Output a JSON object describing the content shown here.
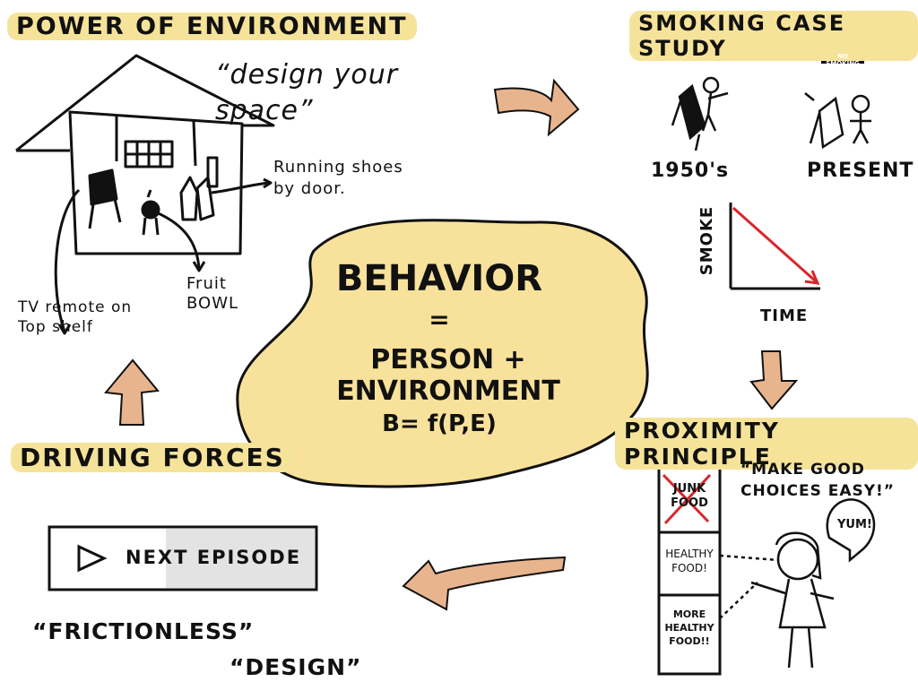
{
  "sections": {
    "power_of_environment": "POWER OF ENVIRONMENT",
    "smoking_case_study": "SMOKING CASE STUDY",
    "proximity_principle": "PROXIMITY PRINCIPLE",
    "driving_forces": "DRIVING FORCES"
  },
  "quotes": {
    "design_your_space": "“design your space”",
    "make_good_choices": "“MAKE GOOD CHOICES EASY!”",
    "frictionless": "“FRICTIONLESS”",
    "design": "“DESIGN”"
  },
  "house_labels": {
    "running_shoes": "Running shoes by door.",
    "tv_remote": "TV remote on Top shelf",
    "fruit_bowl": "Fruit BOWL"
  },
  "center": {
    "behavior": "BEHAVIOR",
    "equals": "=",
    "equation": "PERSON + ENVIRONMENT",
    "formula": "B= f(P,E)"
  },
  "smoking": {
    "sign": "NO SMOKING",
    "year_1950": "1950's",
    "present": "PRESENT",
    "y_axis": "SMOKE",
    "x_axis": "TIME"
  },
  "proximity": {
    "shelf_1": "JUNK FOOD",
    "shelf_2": "HEALTHY FOOD!",
    "shelf_3": "MORE HEALTHY FOOD!!",
    "speech": "YUM!"
  },
  "driving": {
    "next_episode": "NEXT EPISODE"
  },
  "colors": {
    "highlight": "#f6e39a",
    "blob": "#f8e29b",
    "arrow": "#e8b48e",
    "trend_line": "#d8262b",
    "button_grey": "#e3e3e3"
  }
}
